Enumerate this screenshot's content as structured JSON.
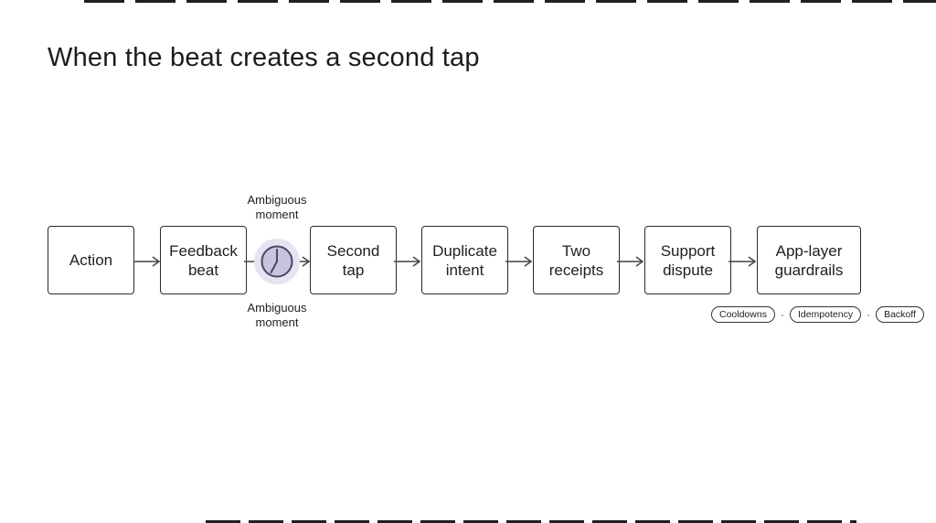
{
  "title": "When the beat creates a second tap",
  "flow": {
    "nodes": [
      {
        "label": "Action"
      },
      {
        "label": "Feedback beat"
      },
      {
        "label": "Second tap"
      },
      {
        "label": "Duplicate intent"
      },
      {
        "label": "Two receipts"
      },
      {
        "label": "Support dispute"
      },
      {
        "label": "App-layer guardrails"
      }
    ],
    "annotation_top": "Ambiguous moment",
    "annotation_bottom": "Ambiguous moment"
  },
  "tags": {
    "items": [
      "Cooldowns",
      "Idempotency",
      "Backoff"
    ],
    "separator": "·"
  },
  "colors": {
    "clock_halo": "#e6e3f2",
    "clock_fill": "#c8c4de",
    "clock_stroke": "#4a4663",
    "box_border": "#2b2b2b",
    "arrow": "#444444",
    "text": "#212121"
  }
}
